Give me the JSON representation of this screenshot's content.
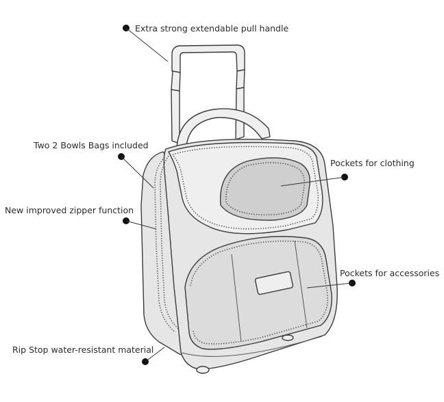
{
  "callouts": {
    "pull_handle": "Extra strong extendable pull handle",
    "bowls_bags": "Two 2 Bowls Bags included",
    "zipper": "New improved zipper function",
    "rip_stop": "Rip Stop water-resistant material",
    "pockets_clothing": "Pockets for clothing",
    "pockets_accessories": "Pockets for accessories"
  },
  "icon": "rolling-bowling-bag-illustration"
}
